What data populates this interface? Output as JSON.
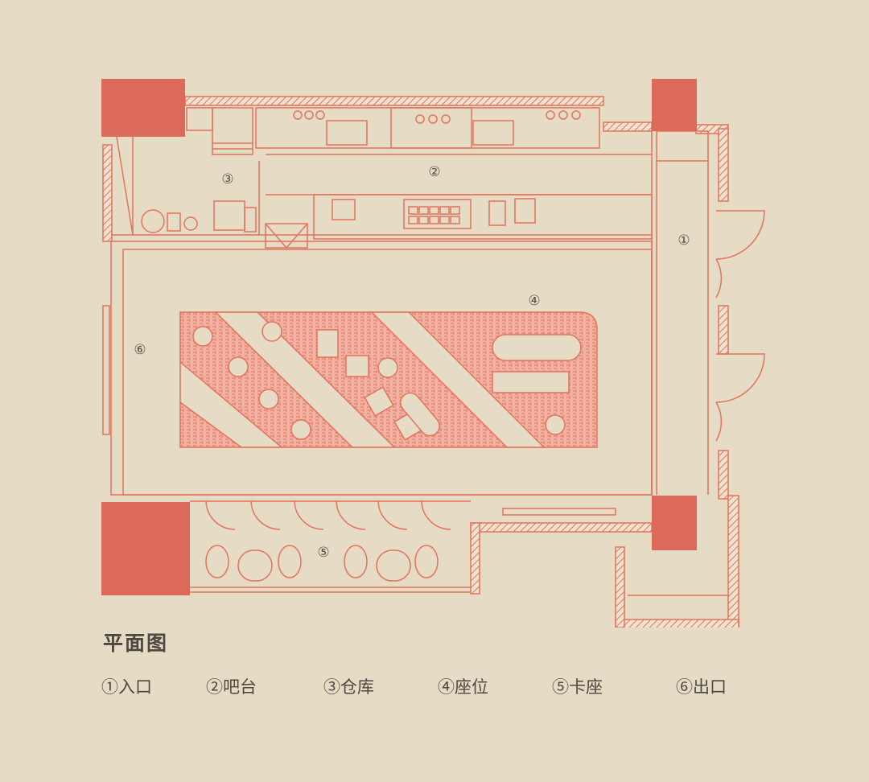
{
  "title": "平面图",
  "zones": [
    {
      "id": "entrance",
      "marker": "①",
      "name": "入口"
    },
    {
      "id": "bar",
      "marker": "②",
      "name": "吧台"
    },
    {
      "id": "storage",
      "marker": "③",
      "name": "仓库"
    },
    {
      "id": "seating",
      "marker": "④",
      "name": "座位"
    },
    {
      "id": "booth",
      "marker": "⑤",
      "name": "卡座"
    },
    {
      "id": "exit",
      "marker": "⑥",
      "name": "出口"
    }
  ],
  "colors": {
    "background": "#e6dcc6",
    "line": "#e3735c",
    "column": "#db6a5a",
    "text": "#4c4740"
  }
}
